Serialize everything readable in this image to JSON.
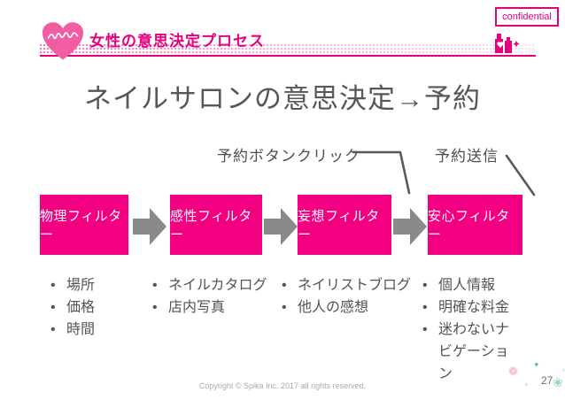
{
  "slide": {
    "confidential_label": "confidential",
    "header_title": "女性の意思決定プロセス",
    "main_title": "ネイルサロンの意思決定→予約",
    "copyright": "Copyright © Spika Inc. 2017 all rights reserved.",
    "page_number": "27"
  },
  "callouts": {
    "reserve_button_click": "予約ボタンクリック",
    "reserve_send": "予約送信"
  },
  "flow": {
    "steps": [
      {
        "label": "物理フィルター",
        "bullets": [
          "場所",
          "価格",
          "時間"
        ]
      },
      {
        "label": "感性フィルター",
        "bullets": [
          "ネイルカタログ",
          "店内写真"
        ]
      },
      {
        "label": "妄想フィルター",
        "bullets": [
          "ネイリストブログ",
          "他人の感想"
        ]
      },
      {
        "label": "安心フィルター",
        "bullets": [
          "個人情報",
          "明確な料金",
          "迷わないナビゲーション"
        ]
      }
    ]
  },
  "ui": {
    "bullet_char": "•",
    "sparkles": [
      "❁",
      "✦",
      "❀",
      "+",
      "+"
    ]
  },
  "colors": {
    "brand_magenta": "#E6007E",
    "box_pink": "#F20081",
    "arrow_gray": "#8A8A8A",
    "title_gray": "#575757",
    "footer_gray": "#ABABAB"
  }
}
